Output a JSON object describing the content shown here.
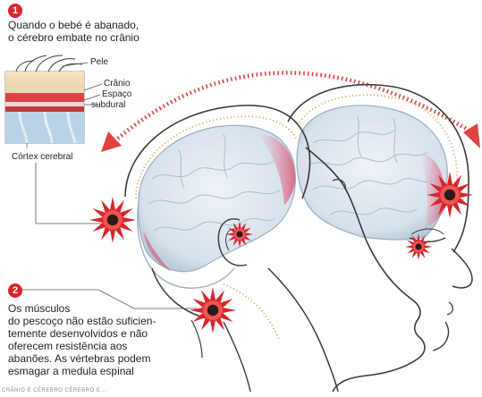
{
  "step1": {
    "number": "1",
    "caption_line1": "Quando o bebé é abanado,",
    "caption_line2": "o cérebro embate no crânio"
  },
  "inset": {
    "labels": {
      "pele": "Pele",
      "cranio": "Crânio",
      "espaco_line1": "Espaço",
      "espaco_line2": "subdural",
      "cortex": "Córtex cerebral"
    }
  },
  "step2": {
    "number": "2",
    "lines": [
      "Os músculos",
      "do pescoço não estão suficien-",
      "temente desenvolvidos e não",
      "oferecem resistência aos",
      "abanões. As vértebras podem",
      "esmagar a medula espinal"
    ]
  },
  "footnote": "CRÂNIO E CÉREBRO          CÉREBRO E...",
  "colors": {
    "accent_red": "#d7262b",
    "impact_core": "#2b1a1a",
    "brain": "#dfe7ef",
    "brain_outline": "#9aaebe",
    "skull_line": "#3a3a3a",
    "arrow_red": "#e0433f"
  },
  "icons": {
    "impact": "starburst-impact-icon",
    "motion_arrow": "double-headed-arc-arrow-icon"
  }
}
